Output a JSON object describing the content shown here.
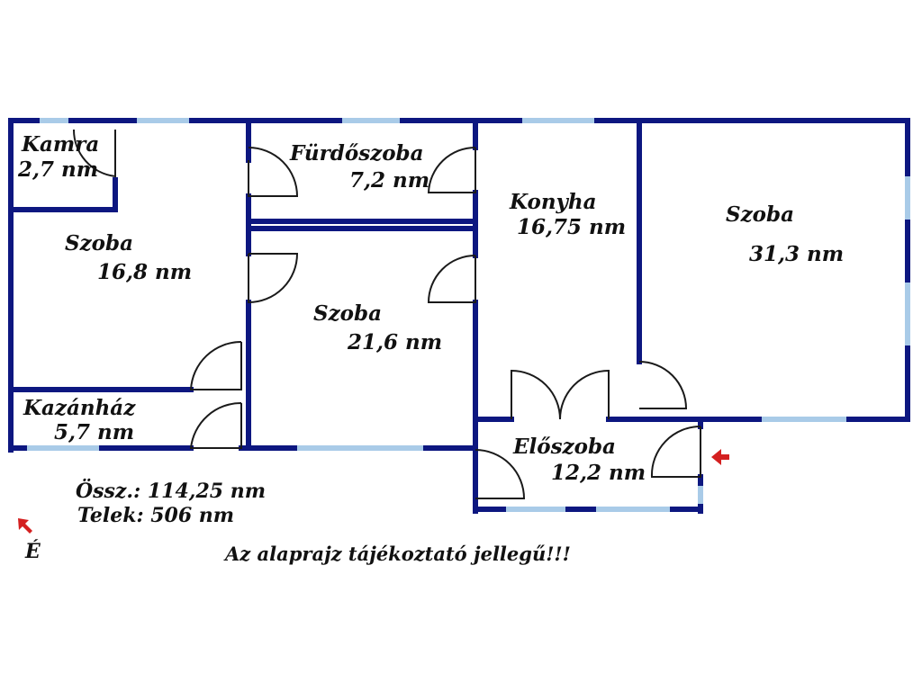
{
  "colors": {
    "wall": "#0d1780",
    "window": "#a9cbe8",
    "door": "#1a1a1a",
    "arrow": "#d42020",
    "text": "#111111",
    "background": "#ffffff"
  },
  "rooms": {
    "kamra": {
      "name": "Kamra",
      "area": "2,7 nm"
    },
    "furdoszoba": {
      "name": "Fürdőszoba",
      "area": "7,2 nm"
    },
    "konyha": {
      "name": "Konyha",
      "area": "16,75 nm"
    },
    "szoba_large": {
      "name": "Szoba",
      "area": "31,3 nm"
    },
    "szoba_left": {
      "name": "Szoba",
      "area": "16,8 nm"
    },
    "szoba_middle": {
      "name": "Szoba",
      "area": "21,6 nm"
    },
    "kazanhaz": {
      "name": "Kazánház",
      "area": "5,7 nm"
    },
    "eloszoba": {
      "name": "Előszoba",
      "area": "12,2 nm"
    }
  },
  "summary": {
    "total": "Össz.: 114,25 nm",
    "plot": "Telek: 506 nm"
  },
  "north_label": "É",
  "note": "Az alaprajz tájékoztató jellegű!!!",
  "icons": {
    "north_arrow": "north-arrow-icon",
    "entrance_arrow": "entrance-arrow-icon"
  }
}
